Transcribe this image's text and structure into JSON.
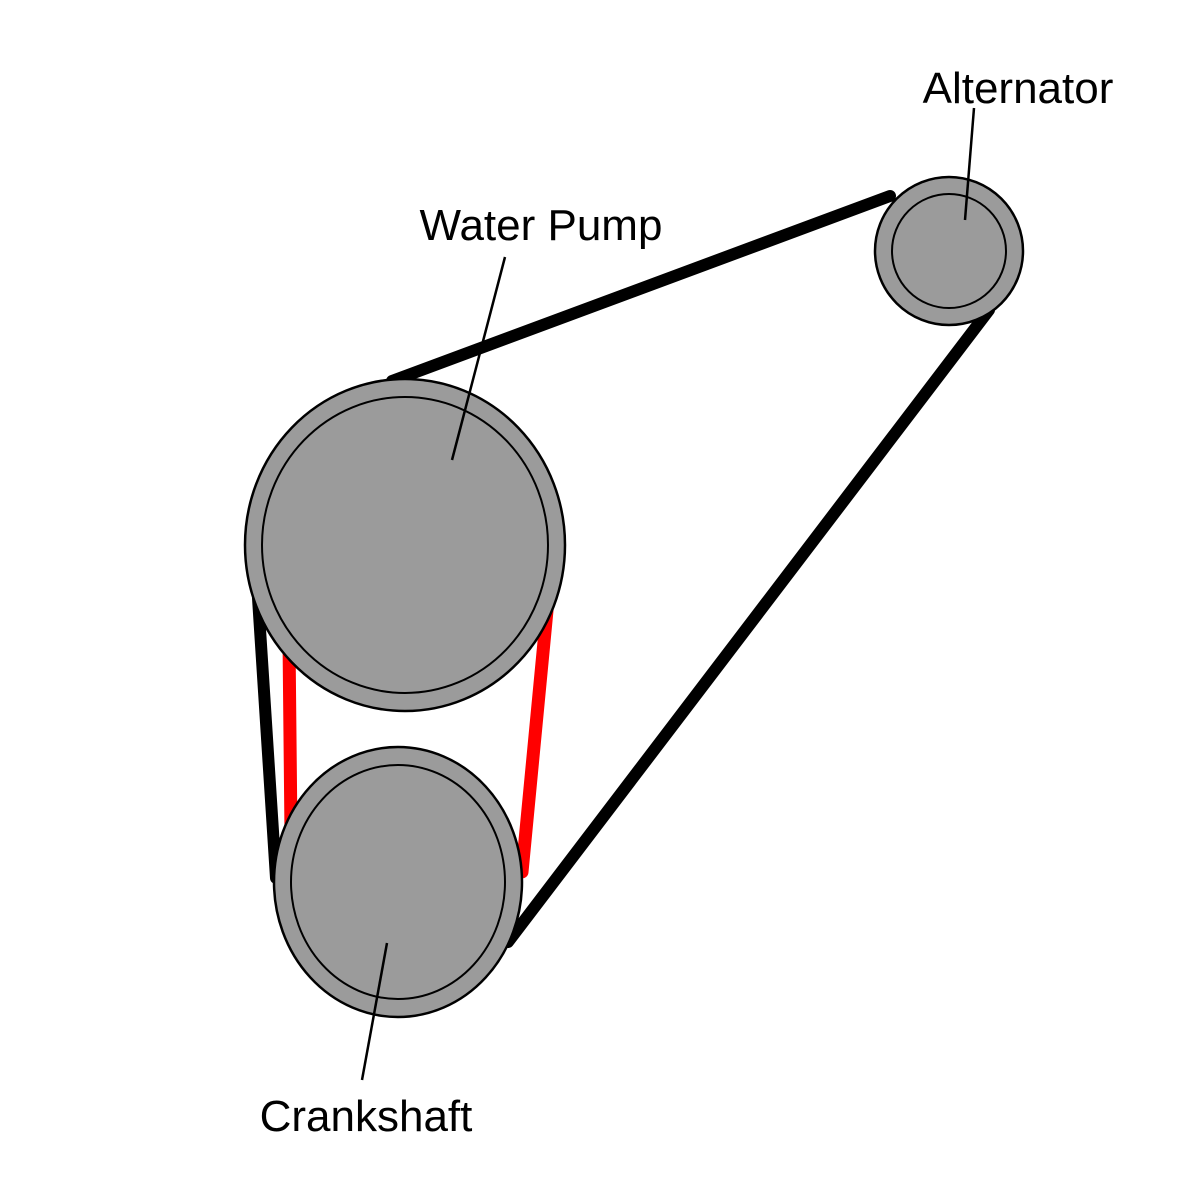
{
  "labels": {
    "alternator": "Alternator",
    "water_pump": "Water Pump",
    "crankshaft": "Crankshaft"
  },
  "colors": {
    "background": "#ffffff",
    "pulley_fill": "#9b9b9b",
    "outline": "#000000",
    "outer_belt": "#000000",
    "inner_belt": "#ff0000"
  },
  "components": [
    {
      "id": "alternator",
      "kind": "pulley"
    },
    {
      "id": "water_pump",
      "kind": "pulley"
    },
    {
      "id": "crankshaft",
      "kind": "pulley"
    }
  ],
  "belts": [
    {
      "id": "outer-belt",
      "color": "black",
      "connects": [
        "crankshaft",
        "water_pump",
        "alternator"
      ]
    },
    {
      "id": "inner-belt",
      "color": "red",
      "connects": [
        "crankshaft",
        "water_pump"
      ]
    }
  ]
}
